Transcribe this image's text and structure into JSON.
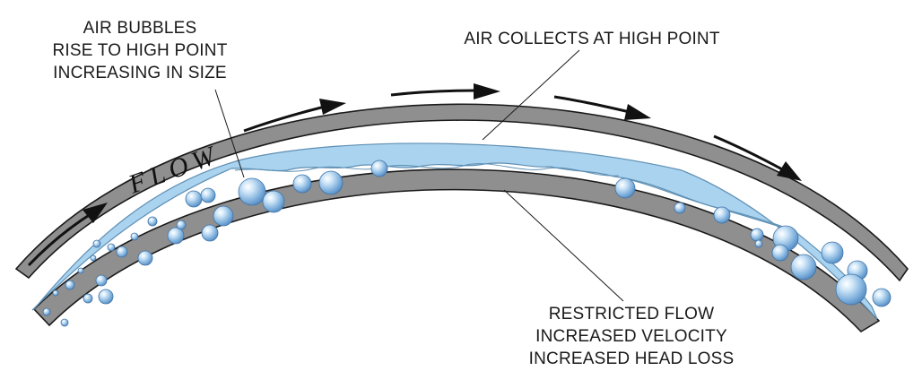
{
  "labels": {
    "air_bubbles": [
      "AIR BUBBLES",
      "RISE TO HIGH POINT",
      "INCREASING IN SIZE"
    ],
    "air_collects": "AIR COLLECTS AT HIGH POINT",
    "restricted": [
      "RESTRICTED FLOW",
      "INCREASED VELOCITY",
      "INCREASED HEAD LOSS"
    ],
    "flow": "FLOW"
  },
  "colors": {
    "pipe_wall": "#8f8f8f",
    "pipe_outline": "#1a1a1a",
    "water": "#a9d3ef",
    "water_edge": "#5f8fb3",
    "air": "#ffffff",
    "arrow": "#111111"
  },
  "icons": {
    "flow_arrow": "arrow-right-icon",
    "bubble": "air-bubble-icon"
  }
}
